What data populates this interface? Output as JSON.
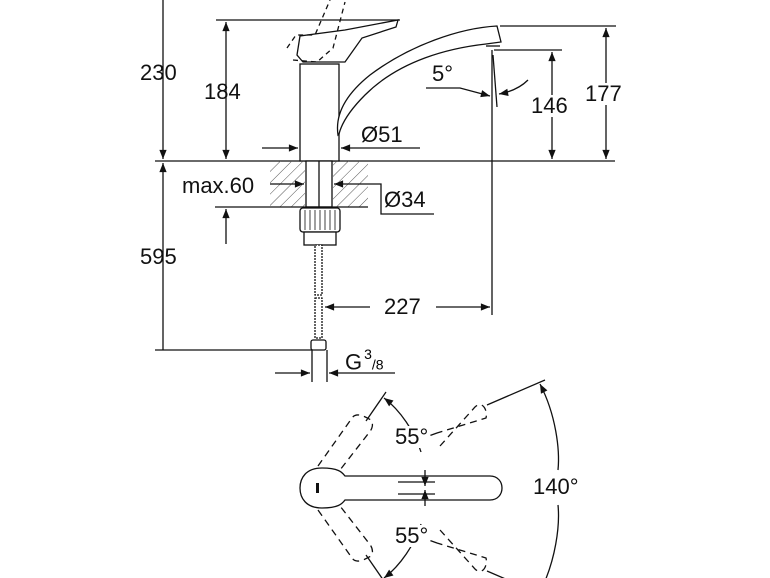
{
  "dimensions": {
    "total_height": "230",
    "lever_height": "184",
    "spout_height": "177",
    "outlet_height": "146",
    "spout_angle": "5°",
    "body_diameter": "Ø51",
    "max_thickness": "max.60",
    "hole_diameter": "Ø34",
    "hose_length": "595",
    "spout_reach": "227",
    "thread_prefix": "G",
    "thread_num": "3",
    "thread_den": "/8"
  },
  "top_view": {
    "angle_upper": "55°",
    "angle_lower": "55°",
    "swivel_angle": "140°"
  }
}
